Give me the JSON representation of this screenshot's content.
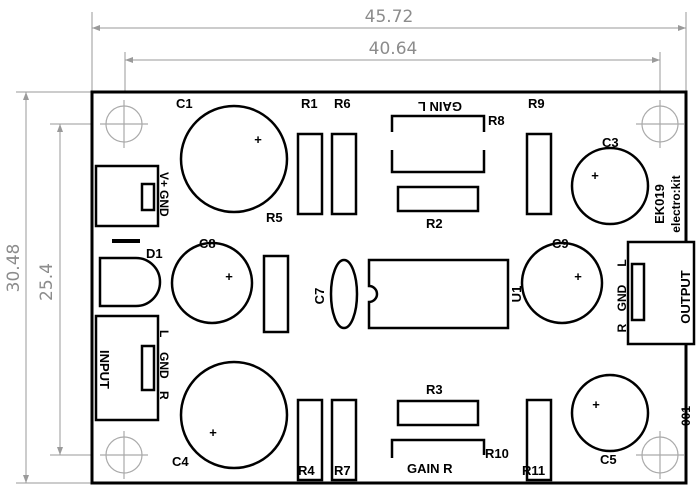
{
  "dimensions": {
    "board_width": "45.72",
    "hole_spacing_x": "40.64",
    "board_height": "30.48",
    "hole_spacing_y": "25.4"
  },
  "labels": {
    "c1": "C1",
    "r1": "R1",
    "r6": "R6",
    "gain_l": "GAIN L",
    "r8": "R8",
    "r9": "R9",
    "c3": "C3",
    "r5": "R5",
    "r2": "R2",
    "c8": "C8",
    "d1": "D1",
    "c9": "C9",
    "c7": "C7",
    "u1": "U1",
    "r3": "R3",
    "c4": "C4",
    "r4": "R4",
    "r7": "R7",
    "gain_r": "GAIN R",
    "r10": "R10",
    "r11": "R11",
    "c5": "C5",
    "vplus": "V+",
    "gnd": "GND",
    "l": "L",
    "r": "R",
    "input": "INPUT",
    "output": "OUTPUT",
    "board_id": "EK019",
    "brand": "electro:kit",
    "serial": "001"
  }
}
